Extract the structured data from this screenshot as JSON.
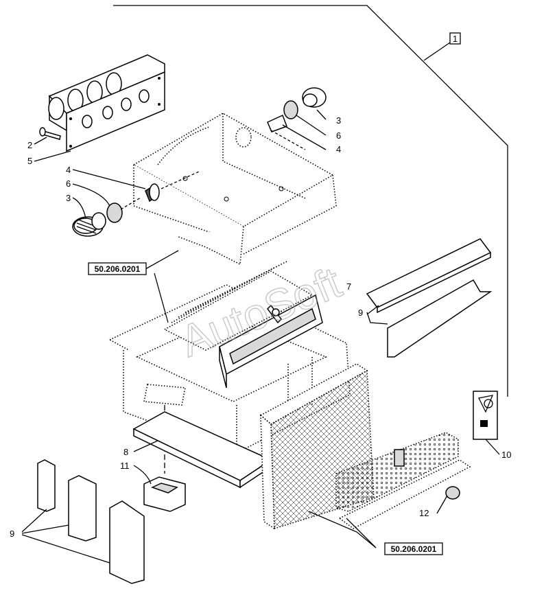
{
  "watermark": "AutoSoft",
  "assembly_label": "1",
  "ref_code_top": "50.206.0201",
  "ref_code_bottom": "50.206.0201",
  "callouts": {
    "c2": "2",
    "c5": "5",
    "c4_left": "4",
    "c6_left": "6",
    "c3_left": "3",
    "c3_right": "3",
    "c6_right": "6",
    "c4_right": "4",
    "c7": "7",
    "c9_right": "9",
    "c8": "8",
    "c11": "11",
    "c9_left": "9",
    "c10": "10",
    "c12": "12"
  },
  "icons": {
    "watermark": "autosoft-watermark",
    "part": "exploded-part-drawing"
  }
}
